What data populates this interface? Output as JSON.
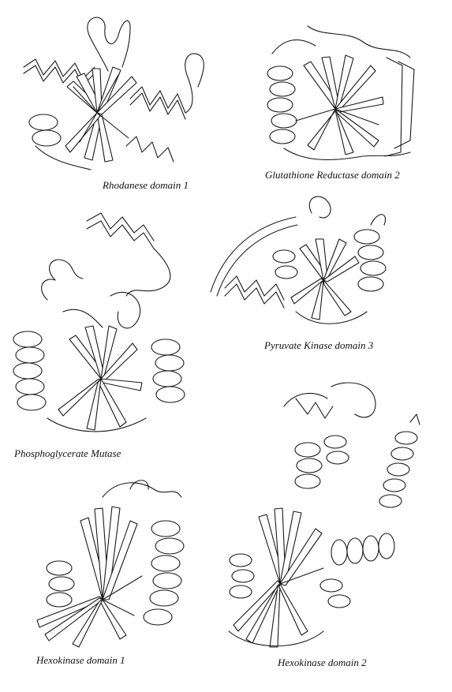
{
  "panels": [
    {
      "caption": "Rhodanese domain 1"
    },
    {
      "caption": "Glutathione Reductase domain 2"
    },
    {
      "caption": "Phosphoglycerate Mutase"
    },
    {
      "caption": "Pyruvate Kinase domain 3"
    },
    {
      "caption": "Hexokinase domain 1"
    },
    {
      "caption": "Hexokinase domain 2"
    }
  ]
}
